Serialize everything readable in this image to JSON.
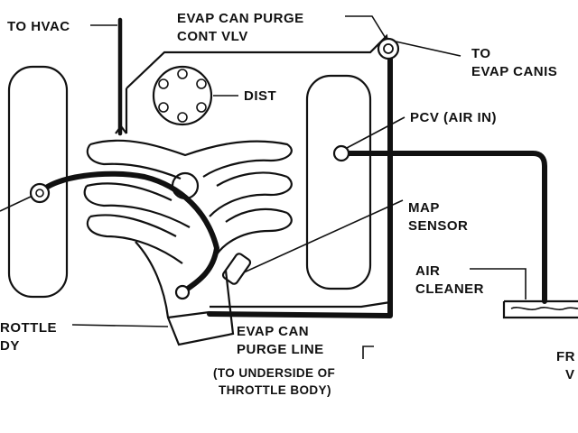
{
  "diagram": {
    "labels": {
      "to_hvac": "TO HVAC",
      "evap_purge_vlv_1": "EVAP CAN PURGE",
      "evap_purge_vlv_2": "CONT VLV",
      "to_evap_canister_1": "TO",
      "to_evap_canister_2": "EVAP CANIS",
      "dist": "DIST",
      "pcv": "PCV (AIR IN)",
      "map_sensor_1": "MAP",
      "map_sensor_2": "SENSOR",
      "air_cleaner_1": "AIR",
      "air_cleaner_2": "CLEANER",
      "throttle_body_1": "ROTTLE",
      "throttle_body_2": "DY",
      "evap_purge_line_1": "EVAP CAN",
      "evap_purge_line_2": "PURGE LINE",
      "underside_note_1": "(TO UNDERSIDE OF",
      "underside_note_2": "THROTTLE BODY)",
      "front_clip_1": "FR",
      "front_clip_2": "V"
    }
  }
}
